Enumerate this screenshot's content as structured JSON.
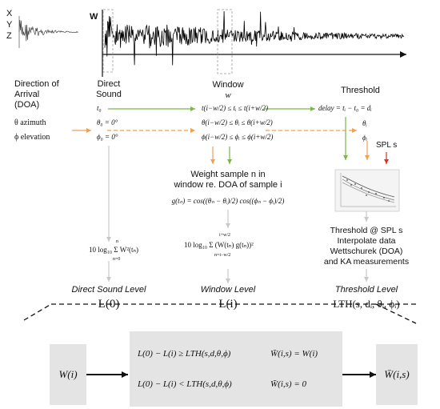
{
  "axes": {
    "x": "X",
    "y": "Y",
    "z": "Z",
    "w": "W"
  },
  "doa": {
    "title_line1": "Direction of",
    "title_line2": "Arrival",
    "title_line3": "(DOA)",
    "azimuth": "θ  azimuth",
    "elevation": "ϕ  elevation"
  },
  "direct": {
    "title_line1": "Direct",
    "title_line2": "Sound",
    "t0": "t₀",
    "theta0": "θ₀ = 0°",
    "phi0": "ϕ₀ = 0°",
    "sum": "10 log₁₀ Σ W²(tₙ)",
    "sum_upper": "n",
    "sum_lower": "n=0",
    "level_title": "Direct Sound Level",
    "level_var": "L(0)"
  },
  "window": {
    "title": "Window",
    "var": "w",
    "t_row": "t(i−w/2) ≤ tᵢ ≤ t(i+w/2)",
    "theta_row": "θ(i−w/2) ≤ θᵢ ≤ θ(i+w/2)",
    "phi_row": "ϕ(i−w/2) ≤ ϕᵢ ≤ ϕ(i+w/2)",
    "weight_line1": "Weight sample n in",
    "weight_line2": "window re. DOA of sample i",
    "g_eq": "g(tₙ) = cos((θₙ − θᵢ)/2) cos((ϕₙ − ϕᵢ)/2)",
    "sum": "10 log₁₀ Σ (W(tₙ) g(tₙ))²",
    "sum_upper": "i+w/2",
    "sum_lower": "n=i−w/2",
    "level_title": "Window Level",
    "level_var": "L(i)"
  },
  "threshold": {
    "title": "Threshold",
    "delay": "delay = tᵢ − t₀ = dᵢ",
    "theta_i": "θᵢ",
    "phi_i": "ϕᵢ",
    "spl": "SPL s",
    "desc_line1": "Threshold @ SPL s",
    "desc_line2": "Interpolate data",
    "desc_line3": "Wettschurek (DOA)",
    "desc_line4": "and KA measurements",
    "level_title": "Threshold Level",
    "level_var": "LTH(s, dᵢ, θᵢ, ϕᵢ)"
  },
  "decision": {
    "input": "W(i)",
    "cond1": "L(0) − L(i) ≥ LTH(s,d,θ,ϕ)",
    "res1": "W̄(i,s) = W(i)",
    "cond2": "L(0) − L(i) < LTH(s,d,θ,ϕ)",
    "res2": "W̄(i,s) = 0",
    "output": "W̄(i,s)"
  },
  "colors": {
    "green": "#7ab648",
    "orange": "#f0a050",
    "red": "#e0301e",
    "gray_arrow": "#c8c8c8",
    "box": "#e4e4e4"
  }
}
